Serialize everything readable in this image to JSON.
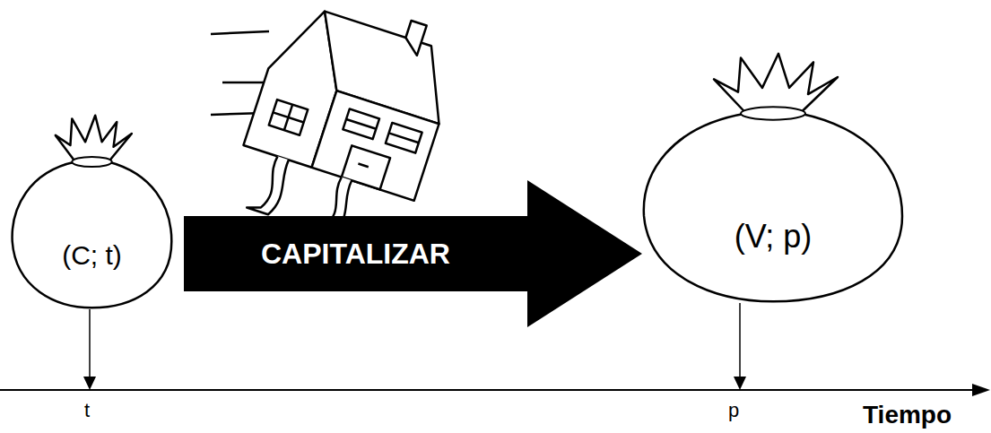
{
  "diagram": {
    "nodes": [
      {
        "text": [
          "(C; t)"
        ]
      },
      {
        "text": [
          "(V; p)"
        ]
      }
    ],
    "edges": [
      {
        "from": 0,
        "to": 1,
        "arrow": "to",
        "label": "CAPITALIZAR"
      }
    ],
    "labels": [
      "t",
      "p",
      "Tiempo"
    ]
  }
}
